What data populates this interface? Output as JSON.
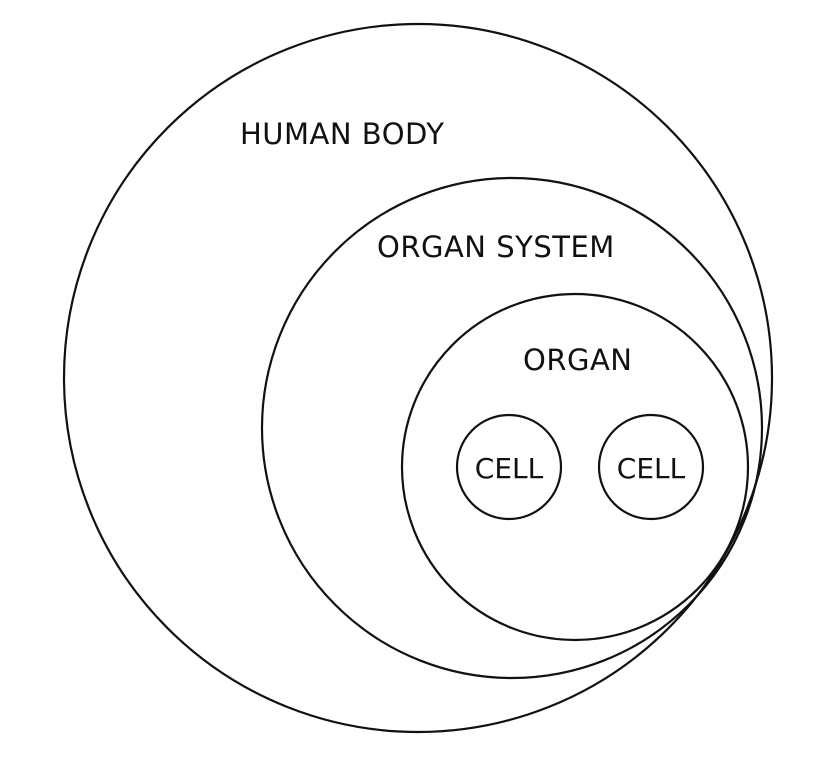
{
  "diagram": {
    "type": "nested-circles",
    "stroke_color": "#111111",
    "background_color": "#ffffff",
    "levels": [
      {
        "id": "human-body",
        "label": "HUMAN BODY",
        "contains": [
          "organ-system"
        ]
      },
      {
        "id": "organ-system",
        "label": "ORGAN SYSTEM",
        "contains": [
          "organ"
        ]
      },
      {
        "id": "organ",
        "label": "ORGAN",
        "contains": [
          "cell-1",
          "cell-2"
        ]
      }
    ],
    "cells": [
      {
        "id": "cell-1",
        "label": "CELL"
      },
      {
        "id": "cell-2",
        "label": "CELL"
      }
    ]
  }
}
